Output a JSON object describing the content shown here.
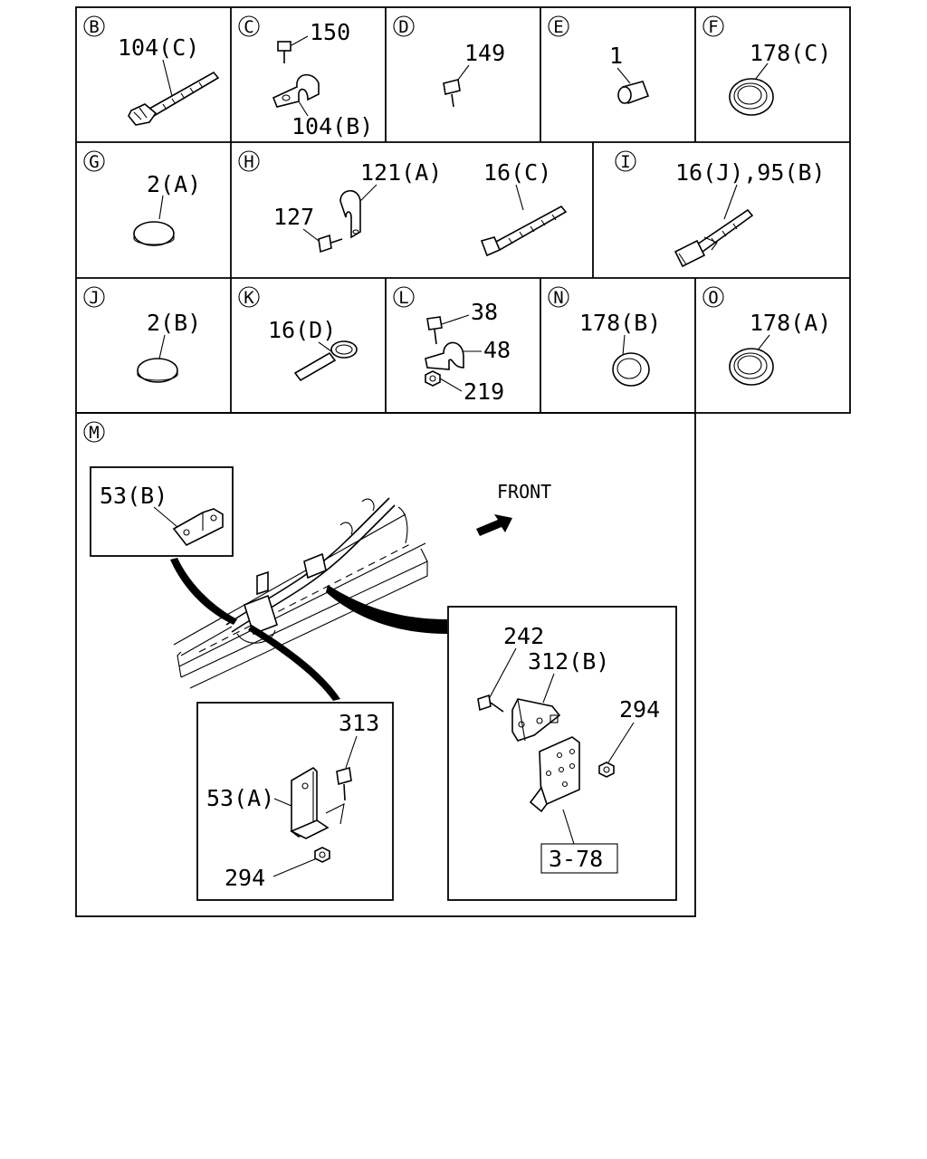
{
  "cells": {
    "B": {
      "tag": "B",
      "labels": [
        "104(C)"
      ]
    },
    "C": {
      "tag": "C",
      "labels": [
        "150",
        "104(B)"
      ]
    },
    "D": {
      "tag": "D",
      "labels": [
        "149"
      ]
    },
    "E": {
      "tag": "E",
      "labels": [
        "1"
      ]
    },
    "F": {
      "tag": "F",
      "labels": [
        "178(C)"
      ]
    },
    "G": {
      "tag": "G",
      "labels": [
        "2(A)"
      ]
    },
    "H": {
      "tag": "H",
      "labels": [
        "121(A)",
        "127",
        "16(C)"
      ]
    },
    "I": {
      "tag": "I",
      "labels": [
        "16(J),95(B)"
      ]
    },
    "J": {
      "tag": "J",
      "labels": [
        "2(B)"
      ]
    },
    "K": {
      "tag": "K",
      "labels": [
        "16(D)"
      ]
    },
    "L": {
      "tag": "L",
      "labels": [
        "38",
        "48",
        "219"
      ]
    },
    "N": {
      "tag": "N",
      "labels": [
        "178(B)"
      ]
    },
    "O": {
      "tag": "O",
      "labels": [
        "178(A)"
      ]
    },
    "M": {
      "tag": "M",
      "front": "FRONT",
      "inset_left_top": {
        "labels": [
          "53(B)"
        ]
      },
      "inset_bottom": {
        "labels": [
          "313",
          "53(A)",
          "294"
        ]
      },
      "inset_right": {
        "labels": [
          "242",
          "312(B)",
          "294",
          "3-78"
        ]
      }
    }
  }
}
